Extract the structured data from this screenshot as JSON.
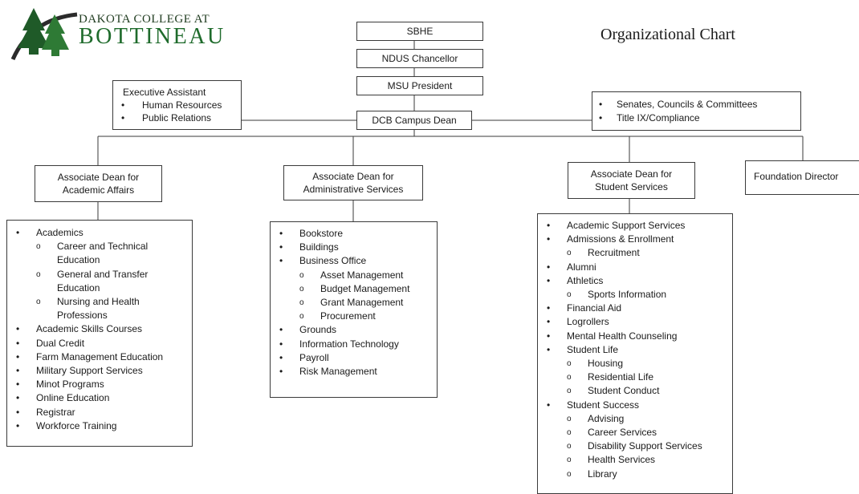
{
  "logo": {
    "line1": "DAKOTA COLLEGE AT",
    "line2": "BOTTINEAU",
    "colors": {
      "dark_green": "#1f3b1f",
      "green": "#1f6b2c",
      "arc": "#2b2b2b"
    }
  },
  "chart_title": "Organizational Chart",
  "top_chain": {
    "sbhe": "SBHE",
    "chancellor": "NDUS Chancellor",
    "president": "MSU President",
    "dean": "DCB Campus Dean"
  },
  "executive_assistant": {
    "title": "Executive Assistant",
    "items": [
      "Human Resources",
      "Public Relations"
    ]
  },
  "senates": {
    "items": [
      "Senates, Councils & Committees",
      "Title IX/Compliance"
    ]
  },
  "deans": {
    "academic": {
      "line1": "Associate Dean for",
      "line2": "Academic Affairs"
    },
    "administrative": {
      "line1": "Associate Dean for",
      "line2": "Administrative Services"
    },
    "student": {
      "line1": "Associate Dean for",
      "line2": "Student Services"
    },
    "foundation": {
      "line1": "Foundation Director"
    }
  },
  "academic_items": [
    {
      "text": "Academics",
      "level": 1
    },
    {
      "text": "Career and Technical",
      "level": 2
    },
    {
      "text": "Education",
      "level": 2,
      "cont": true
    },
    {
      "text": "General and Transfer",
      "level": 2
    },
    {
      "text": "Education",
      "level": 2,
      "cont": true
    },
    {
      "text": "Nursing and Health",
      "level": 2
    },
    {
      "text": "Professions",
      "level": 2,
      "cont": true
    },
    {
      "text": "Academic Skills Courses",
      "level": 1
    },
    {
      "text": "Dual Credit",
      "level": 1
    },
    {
      "text": "Farm Management Education",
      "level": 1
    },
    {
      "text": "Military Support Services",
      "level": 1
    },
    {
      "text": "Minot Programs",
      "level": 1
    },
    {
      "text": "Online Education",
      "level": 1
    },
    {
      "text": "Registrar",
      "level": 1
    },
    {
      "text": "Workforce Training",
      "level": 1
    }
  ],
  "admin_items": [
    {
      "text": "Bookstore",
      "level": 1
    },
    {
      "text": "Buildings",
      "level": 1
    },
    {
      "text": "Business Office",
      "level": 1
    },
    {
      "text": "Asset Management",
      "level": 2
    },
    {
      "text": "Budget Management",
      "level": 2
    },
    {
      "text": "Grant Management",
      "level": 2
    },
    {
      "text": "Procurement",
      "level": 2
    },
    {
      "text": "Grounds",
      "level": 1
    },
    {
      "text": "Information Technology",
      "level": 1
    },
    {
      "text": "Payroll",
      "level": 1
    },
    {
      "text": "Risk Management",
      "level": 1
    }
  ],
  "student_items": [
    {
      "text": "Academic Support Services",
      "level": 1
    },
    {
      "text": "Admissions & Enrollment",
      "level": 1
    },
    {
      "text": "Recruitment",
      "level": 2
    },
    {
      "text": "Alumni",
      "level": 1
    },
    {
      "text": "Athletics",
      "level": 1
    },
    {
      "text": "Sports Information",
      "level": 2
    },
    {
      "text": "Financial Aid",
      "level": 1
    },
    {
      "text": "Logrollers",
      "level": 1
    },
    {
      "text": "Mental Health Counseling",
      "level": 1
    },
    {
      "text": "Student Life",
      "level": 1
    },
    {
      "text": "Housing",
      "level": 2
    },
    {
      "text": "Residential Life",
      "level": 2
    },
    {
      "text": "Student Conduct",
      "level": 2
    },
    {
      "text": "Student Success",
      "level": 1
    },
    {
      "text": "Advising",
      "level": 2
    },
    {
      "text": "Career Services",
      "level": 2
    },
    {
      "text": "Disability Support Services",
      "level": 2
    },
    {
      "text": "Health Services",
      "level": 2
    },
    {
      "text": "Library",
      "level": 2
    }
  ],
  "markers": {
    "bullet": "•",
    "sub": "o"
  }
}
